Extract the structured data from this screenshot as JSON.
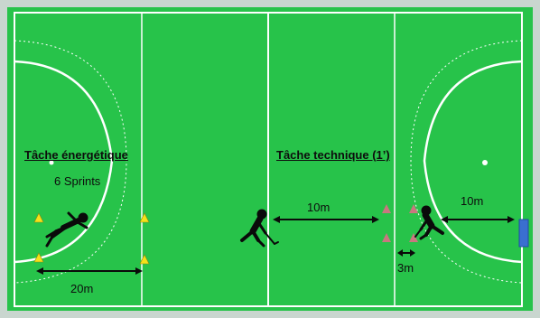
{
  "diagram": {
    "left_zone": {
      "title": "Tâche énergétique",
      "subtitle": "6 Sprints",
      "distance": "20m"
    },
    "right_zone": {
      "title": "Tâche technique (1’)",
      "distance_a": "10m",
      "distance_b": "10m",
      "distance_c": "3m"
    }
  },
  "colors": {
    "pitch": "#27c34a",
    "lines": "#ffffff",
    "cone_yellow": "#f4e21a",
    "cone_pink": "#c9777f",
    "goal": "#3a6fd0",
    "figure": "#0a0a0a"
  },
  "icons": [
    "sprinter-icon",
    "hockey-player-icon",
    "cone-icon",
    "arrow-icon",
    "goal-icon"
  ]
}
